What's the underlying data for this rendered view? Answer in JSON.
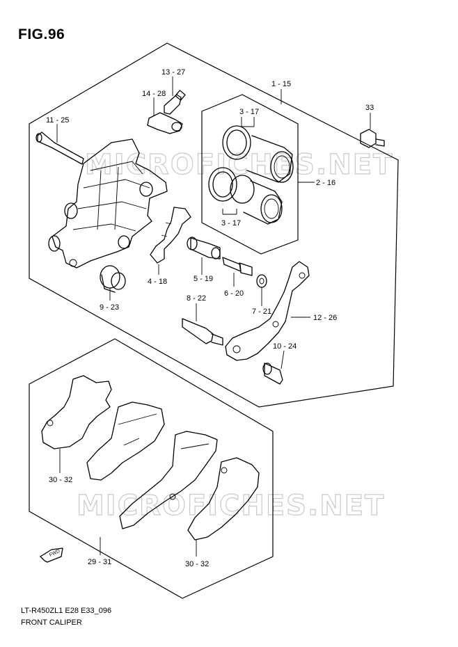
{
  "figure": {
    "title": "FIG.96",
    "model_code": "LT-R450ZL1 E28 E33_096",
    "caption": "FRONT CALIPER"
  },
  "watermark": {
    "text": "MICROFICHES.NET"
  },
  "callouts": {
    "c13_27": "13 - 27",
    "c14_28": "14 - 28",
    "c11_25": "11 - 25",
    "c1_15": "1 - 15",
    "c3_17_top": "3 - 17",
    "c33": "33",
    "c2_16": "2 - 16",
    "c3_17_bottom": "3 - 17",
    "c4_18": "4 - 18",
    "c5_19": "5 - 19",
    "c6_20": "6 - 20",
    "c7_21": "7 - 21",
    "c9_23": "9 - 23",
    "c8_22": "8 - 22",
    "c12_26": "12 - 26",
    "c10_24": "10 - 24",
    "c30_32_left": "30 - 32",
    "c29_31": "29 - 31",
    "c30_32_right": "30 - 32"
  },
  "fwd_badge": "FWD",
  "icons": {
    "fwd_arrow": "forward-direction-arrow-icon"
  }
}
